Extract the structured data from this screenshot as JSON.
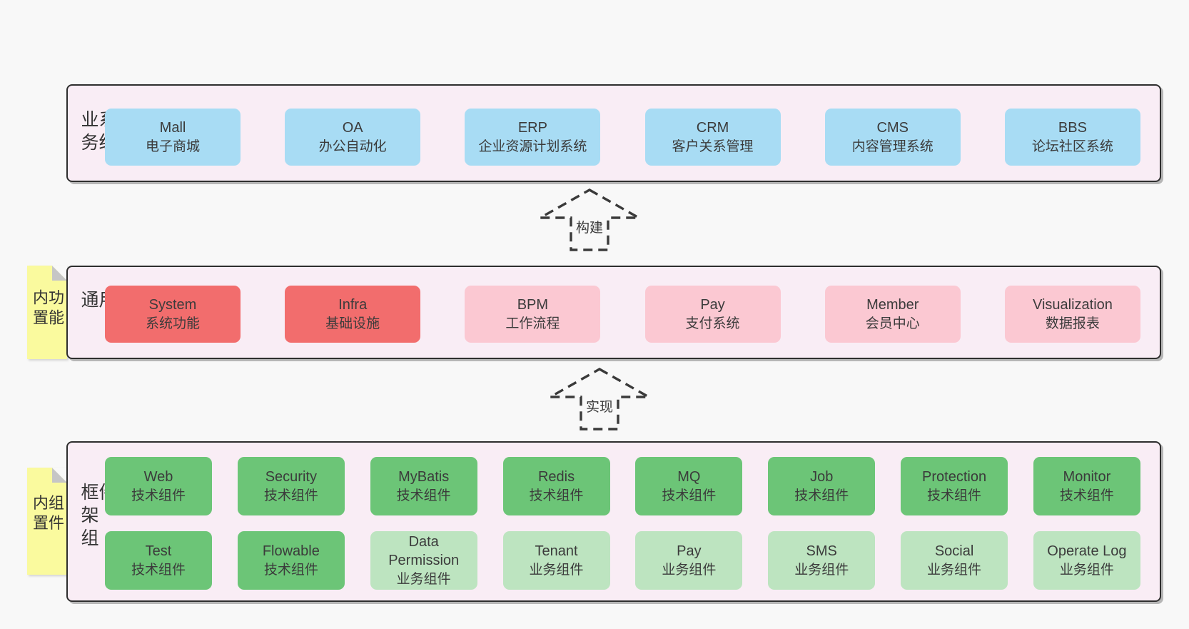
{
  "colors": {
    "page_bg": "#f8f8f8",
    "panel_bg": "#f9edf5",
    "panel_border": "#2e2e2e",
    "blue_box": "#a8dcf4",
    "red_box": "#f26d6d",
    "pink_box": "#fbc8d2",
    "green_box": "#6cc577",
    "light_green_box": "#bde4c0",
    "note_bg": "#fafa9e",
    "text": "#3b3b3b"
  },
  "arrows": [
    {
      "label": "构建"
    },
    {
      "label": "实现"
    }
  ],
  "layers": [
    {
      "side_label": "业务系统",
      "boxes": [
        {
          "name": "Mall",
          "subtitle": "电子商城"
        },
        {
          "name": "OA",
          "subtitle": "办公自动化"
        },
        {
          "name": "ERP",
          "subtitle": "企业资源计划系统"
        },
        {
          "name": "CRM",
          "subtitle": "客户关系管理"
        },
        {
          "name": "CMS",
          "subtitle": "内容管理系统"
        },
        {
          "name": "BBS",
          "subtitle": "论坛社区系统"
        }
      ]
    },
    {
      "side_label": "通用模块",
      "note": "内置功能",
      "boxes": [
        {
          "name": "System",
          "subtitle": "系统功能"
        },
        {
          "name": "Infra",
          "subtitle": "基础设施"
        },
        {
          "name": "BPM",
          "subtitle": "工作流程"
        },
        {
          "name": "Pay",
          "subtitle": "支付系统"
        },
        {
          "name": "Member",
          "subtitle": "会员中心"
        },
        {
          "name": "Visualization",
          "subtitle": "数据报表"
        }
      ]
    },
    {
      "side_label": "框架组件",
      "note": "内置组件",
      "rows": [
        [
          {
            "name": "Web",
            "subtitle": "技术组件"
          },
          {
            "name": "Security",
            "subtitle": "技术组件"
          },
          {
            "name": "MyBatis",
            "subtitle": "技术组件"
          },
          {
            "name": "Redis",
            "subtitle": "技术组件"
          },
          {
            "name": "MQ",
            "subtitle": "技术组件"
          },
          {
            "name": "Job",
            "subtitle": "技术组件"
          },
          {
            "name": "Protection",
            "subtitle": "技术组件"
          },
          {
            "name": "Monitor",
            "subtitle": "技术组件"
          }
        ],
        [
          {
            "name": "Test",
            "subtitle": "技术组件"
          },
          {
            "name": "Flowable",
            "subtitle": "技术组件"
          },
          {
            "name": "Data Permission",
            "subtitle": "业务组件"
          },
          {
            "name": "Tenant",
            "subtitle": "业务组件"
          },
          {
            "name": "Pay",
            "subtitle": "业务组件"
          },
          {
            "name": "SMS",
            "subtitle": "业务组件"
          },
          {
            "name": "Social",
            "subtitle": "业务组件"
          },
          {
            "name": "Operate Log",
            "subtitle": "业务组件"
          }
        ]
      ]
    }
  ]
}
